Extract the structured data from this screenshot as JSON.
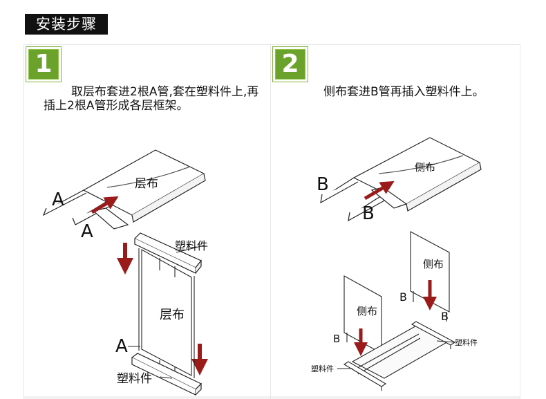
{
  "title": "安装步骤",
  "steps": [
    {
      "number": "1",
      "text": "取层布套进2根A管,套在塑料件上,再插上2根A管形成各层框架。",
      "labels": {
        "a_top": "A",
        "a_mid": "A",
        "a_bottom": "A",
        "layer_cloth_top": "层布",
        "layer_cloth_frame": "层布",
        "plastic_top": "塑料件",
        "plastic_bottom": "塑料件"
      }
    },
    {
      "number": "2",
      "text": "侧布套进B管再插入塑料件上。",
      "labels": {
        "b_top": "B",
        "b_mid": "B",
        "side_cloth_top": "侧布",
        "side_cloth_right": "侧布",
        "side_cloth_left": "侧布",
        "b_right": "B",
        "b_left": "B",
        "b_front": "B",
        "plastic_right": "塑料件",
        "plastic_left": "塑料件"
      }
    }
  ],
  "colors": {
    "badge": "#6aa22b",
    "arrow": "#9b1b1b",
    "title_bg": "#111111"
  }
}
